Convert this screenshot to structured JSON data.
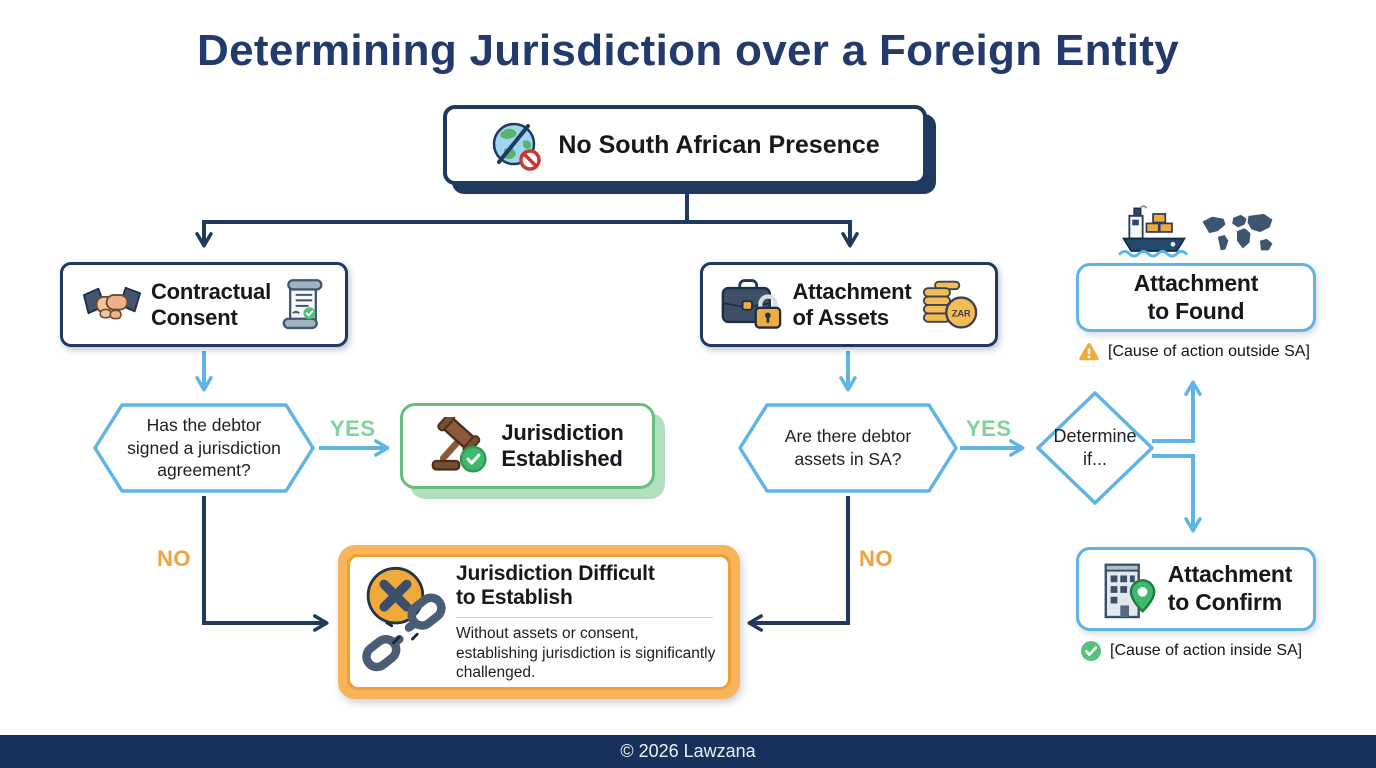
{
  "title": "Determining Jurisdiction over a Foreign Entity",
  "labels": {
    "yes": "YES",
    "no": "NO"
  },
  "nodes": {
    "root": {
      "label": "No South African Presence"
    },
    "contractual": {
      "lines": [
        "Contractual",
        "Consent"
      ]
    },
    "assets": {
      "lines": [
        "Attachment",
        "of Assets"
      ],
      "coin_text": "ZAR"
    },
    "hex_left": {
      "lines": [
        "Has the debtor",
        "signed a jurisdiction",
        "agreement?"
      ]
    },
    "hex_right": {
      "lines": [
        "Are there debtor",
        "assets in SA?"
      ]
    },
    "established": {
      "lines": [
        "Jurisdiction",
        "Established"
      ]
    },
    "determine": {
      "lines": [
        "Determine",
        "if..."
      ]
    },
    "found": {
      "lines": [
        "Attachment",
        "to Found"
      ],
      "caption": "[Cause of action outside SA]"
    },
    "confirm": {
      "lines": [
        "Attachment",
        "to Confirm"
      ],
      "caption": "[Cause of action inside SA]"
    },
    "failure": {
      "title_lines": [
        "Jurisdiction Difficult",
        "to Establish"
      ],
      "description": "Without assets or consent, establishing jurisdiction is significantly challenged."
    }
  },
  "icons": {
    "root": "blocked-globe-icon",
    "contractual": [
      "handshake-icon",
      "contract-scroll-icon"
    ],
    "assets": [
      "briefcase-lock-icon",
      "zar-coins-icon"
    ],
    "established": "gavel-check-icon",
    "found": [
      "cargo-ship-icon",
      "world-map-icon",
      "warning-icon"
    ],
    "confirm": [
      "building-pin-icon",
      "check-circle-icon"
    ],
    "failure": "broken-chain-icon"
  },
  "colors": {
    "navy": "#1e3a5f",
    "title_navy": "#233a6c",
    "light_blue": "#5fb4e5",
    "green_border": "#68bd7e",
    "green_shadow": "#b2e0bf",
    "yes_green": "#82d29c",
    "orange": "#ee9f35",
    "orange_fill": "#f7b459",
    "footer_bg": "#17315c",
    "text": "#15181d",
    "background": "#ffffff"
  },
  "footer": {
    "copyright": "© 2026 Lawzana"
  }
}
